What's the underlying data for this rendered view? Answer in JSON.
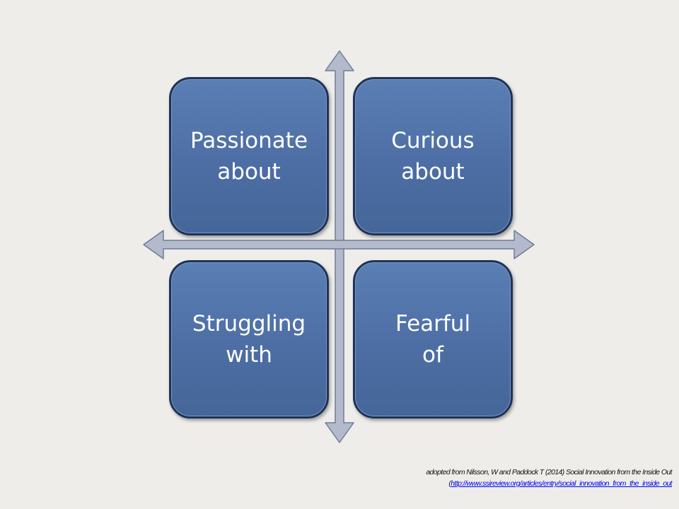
{
  "quadrants": {
    "top_left": "Passionate\nabout",
    "top_right": "Curious\nabout",
    "bottom_left": "Struggling\nwith",
    "bottom_right": "Fearful\nof"
  },
  "citation": {
    "text": "adopted from Nilsson, W and Paddock T (2014) Social Innovation from the Inside Out",
    "link_prefix": "(",
    "link": "http://www.ssireview.org/articles/entry/social_innovation_from_the_inside_out"
  },
  "colors": {
    "background": "#eeede9",
    "box_fill": "#4f72a8",
    "box_border": "#1f3358",
    "arrow_fill": "#b3bacb",
    "arrow_stroke": "#6f7d98"
  }
}
